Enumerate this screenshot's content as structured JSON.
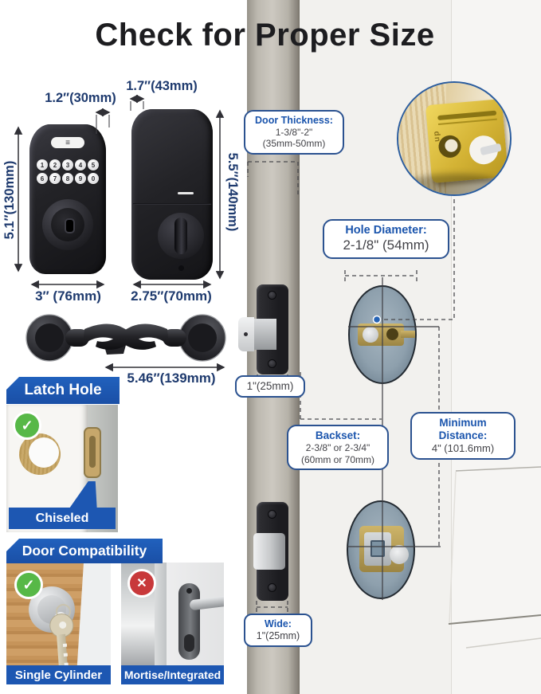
{
  "title": "Check for Proper Size",
  "front_lock": {
    "depth_label": "1.2″(30mm)",
    "height_label": "5.1″(130mm)",
    "width_label": "3″ (76mm)",
    "menu_glyph": "≡",
    "keypad": [
      "1",
      "2",
      "3",
      "4",
      "5",
      "6",
      "7",
      "8",
      "9",
      "0"
    ]
  },
  "back_lock": {
    "depth_label": "1.7″(43mm)",
    "height_label": "5.5″(140mm)",
    "width_label": "2.75″(70mm)"
  },
  "lever": {
    "length_label": "5.46″(139mm)"
  },
  "inset_marking": "up",
  "callouts": {
    "door_thickness": {
      "label": "Door Thickness:",
      "line1": "1-3/8\"-2\"",
      "line2": "(35mm-50mm)"
    },
    "hole_diameter": {
      "label": "Hole Diameter:",
      "value": "2-1/8\" (54mm)"
    },
    "latch_length": {
      "value": "1\"(25mm)"
    },
    "backset": {
      "label": "Backset:",
      "line1": "2-3/8\" or 2-3/4\"",
      "line2": "(60mm or 70mm)"
    },
    "min_distance": {
      "label1": "Minimum",
      "label2": "Distance:",
      "value": "4\" (101.6mm)"
    },
    "wide": {
      "label": "Wide:",
      "value": "1\"(25mm)"
    }
  },
  "sections": {
    "latch_hole": {
      "badge": "Latch Hole",
      "caption": "Chiseled"
    },
    "door_compatibility": {
      "badge": "Door Compatibility",
      "items": [
        {
          "caption": "Single Cylinder",
          "status": "ok"
        },
        {
          "caption": "Mortise/Integrated",
          "status": "no"
        }
      ]
    }
  },
  "colors": {
    "accent_blue": "#1d57b2",
    "callout_border": "#2b5290",
    "label_navy": "#1e3a6e",
    "check_green": "#57b847",
    "cross_red": "#c8393b",
    "brass": "#d4b335"
  }
}
